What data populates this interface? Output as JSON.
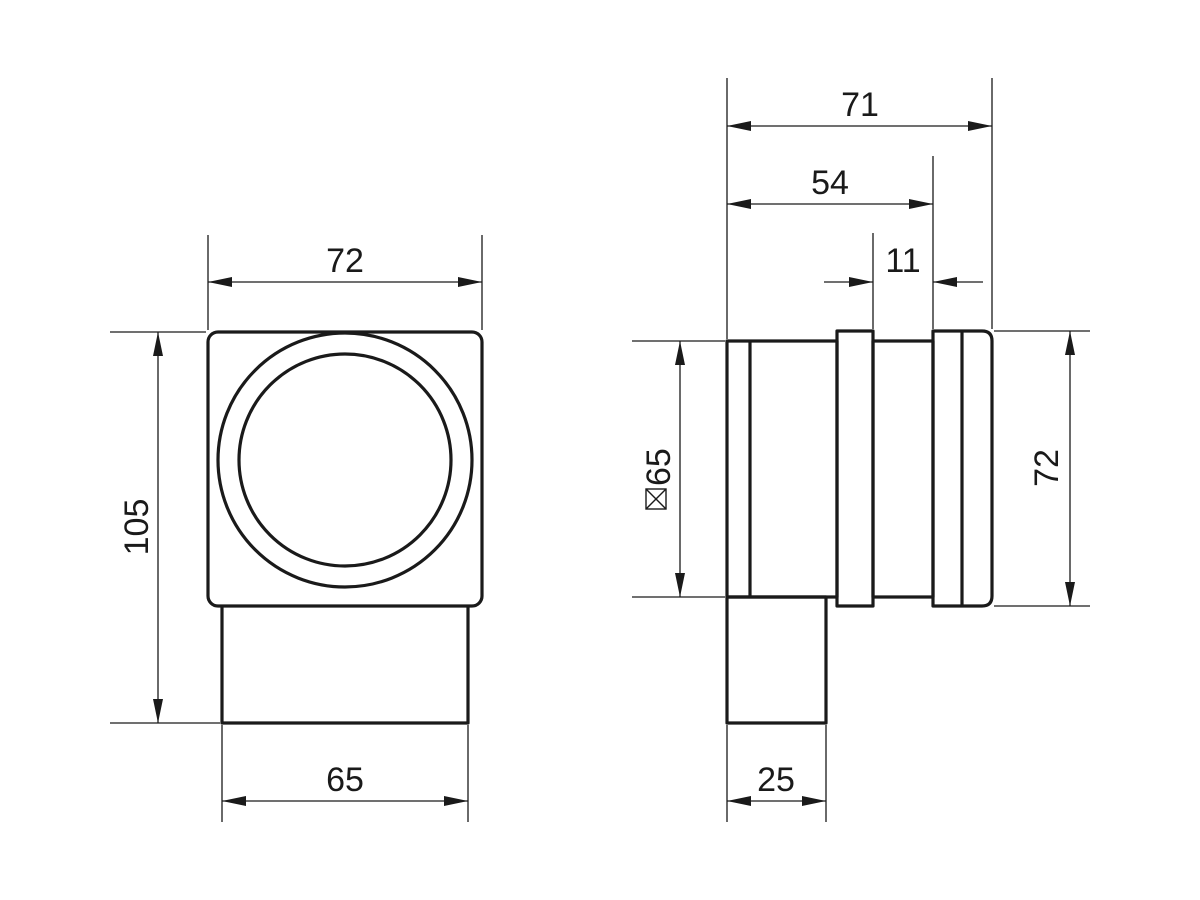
{
  "front_view": {
    "dim_width": "72",
    "dim_height": "105",
    "dim_bottom": "65"
  },
  "side_view": {
    "dim_total": "71",
    "dim_54": "54",
    "dim_11": "11",
    "dim_square": "65",
    "dim_height": "72",
    "dim_bottom": "25"
  }
}
